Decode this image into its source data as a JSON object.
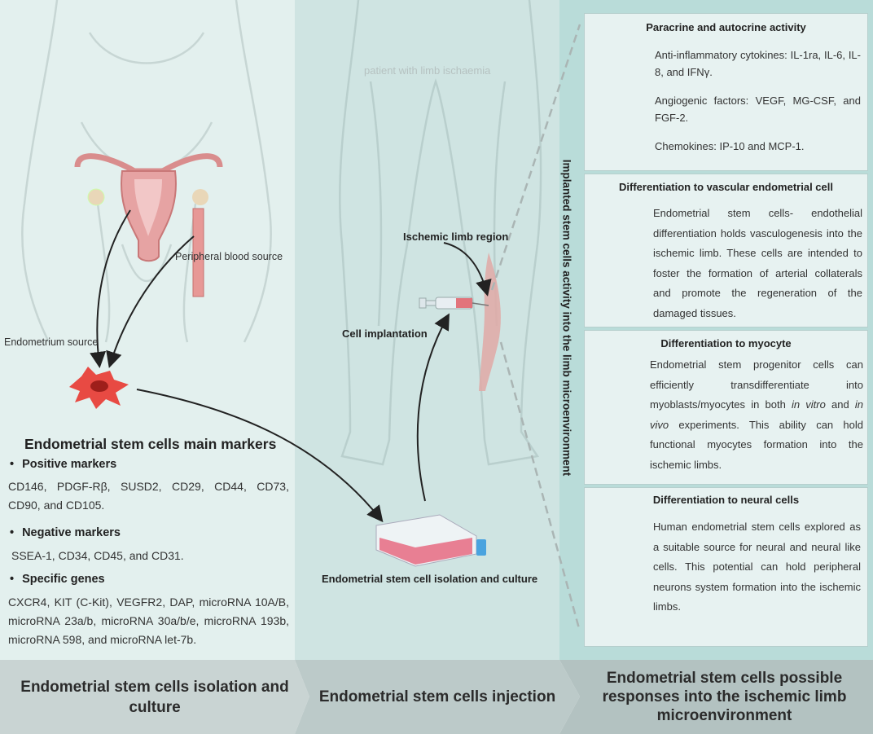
{
  "labels": {
    "patient": "patient with limb ischaemia",
    "peripheral_blood": "Peripheral blood source",
    "endometrium": "Endometrium source",
    "ischemic_region": "Ischemic limb region",
    "cell_implantation": "Cell implantation",
    "isolation_culture": "Endometrial stem cell isolation and culture",
    "vertical_title": "Implanted stem cells activity into the limb microenvironment"
  },
  "markers": {
    "title": "Endometrial stem cells main markers",
    "positive_label": "Positive  markers",
    "positive_text": "CD146, PDGF-Rβ, SUSD2,  CD29, CD44, CD73, CD90,  and   CD105.",
    "negative_label": "Negative  markers",
    "negative_text": "SSEA-1, CD34, CD45, and CD31.",
    "genes_label": "Specific  genes",
    "genes_text": "CXCR4, KIT (C-Kit), VEGFR2, DAP, microRNA 10A/B, microRNA 23a/b, microRNA 30a/b/e, microRNA 193b, microRNA 598, and microRNA let-7b."
  },
  "cards": [
    {
      "title": "Paracrine and autocrine activity",
      "paragraphs": [
        "Anti-inflammatory cytokines: IL-1ra, IL-6, IL-8,  and  IFNγ.",
        "Angiogenic factors: VEGF, MG-CSF, and FGF-2.",
        "Chemokines:  IP-10  and  MCP-1."
      ]
    },
    {
      "title": "Differentiation to vascular endometrial cell",
      "text": "Endometrial stem cells- endothelial differentiation holds vasculogenesis into the ischemic limb. These cells are intended to foster the formation of arterial collaterals and promote the regeneration of the damaged tissues."
    },
    {
      "title": "Differentiation to myocyte",
      "text_before": "Endometrial stem progenitor cells can efficiently transdifferentiate into myoblasts/myocytes in both ",
      "italic1": "in vitro",
      "text_mid": " and ",
      "italic2": "in vivo",
      "text_after": " experiments. This ability can hold functional myocytes formation into the ischemic limbs."
    },
    {
      "title": "Differentiation to neural cells",
      "text": "Human endometrial stem cells explored as a suitable source for neural and neural like cells. This potential can hold peripheral neurons system formation into the  ischemic  limbs."
    }
  ],
  "footer": {
    "left": "Endometrial stem cells isolation and culture",
    "middle": "Endometrial stem cells injection",
    "right": "Endometrial stem cells possible responses into the ischemic limb microenvironment"
  }
}
